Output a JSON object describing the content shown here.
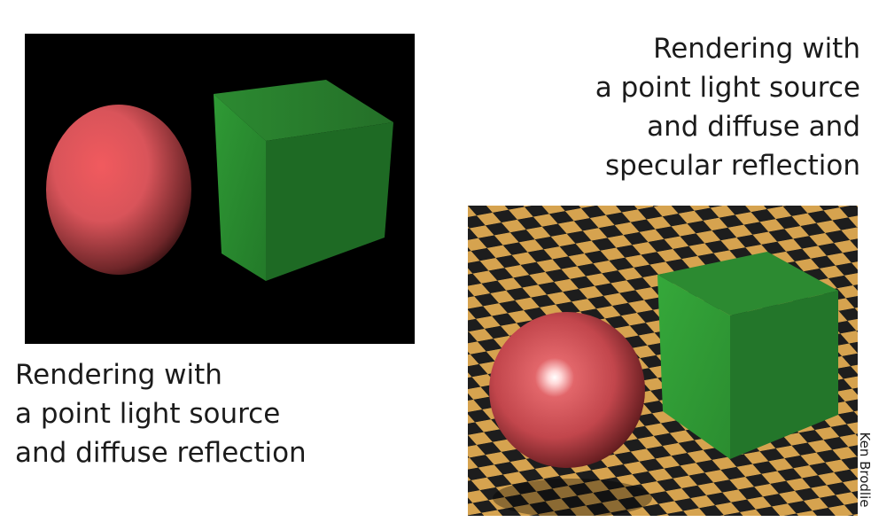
{
  "captions": {
    "diffuse": [
      "Rendering with",
      "a point light source",
      "and diffuse reflection"
    ],
    "specular": [
      "Rendering with",
      "a point light source",
      "and diffuse and",
      "specular reflection"
    ]
  },
  "credit": "Ken Brodlie",
  "colors": {
    "sphere": "#d9545a",
    "cube": "#2f9a35",
    "floor_light": "#d6a34f",
    "floor_dark": "#1d1d1d",
    "background": "#000000"
  }
}
